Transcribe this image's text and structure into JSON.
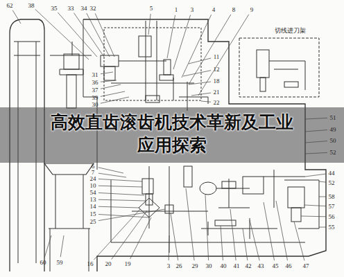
{
  "diagram": {
    "nodes": [
      {
        "text": [
          "高效直齿滚齿机技术革新及工业应用探索"
        ]
      }
    ],
    "labels": [
      "62",
      "38",
      "35",
      "33",
      "34",
      "32",
      "5",
      "1",
      "3",
      "4",
      "8",
      "9",
      "切线进刀架",
      "31",
      "36",
      "37",
      "39",
      "30",
      "11",
      "12",
      "18",
      "21",
      "22",
      "6",
      "7",
      "24",
      "10",
      "54",
      "13",
      "14",
      "15",
      "25",
      "51",
      "49",
      "50",
      "52",
      "44",
      "52",
      "58",
      "57",
      "56",
      "55",
      "60",
      "59",
      "16",
      "20",
      "19",
      "3",
      "26",
      "29",
      "30",
      "40",
      "41",
      "42",
      "43",
      "45",
      "46",
      "47"
    ]
  }
}
